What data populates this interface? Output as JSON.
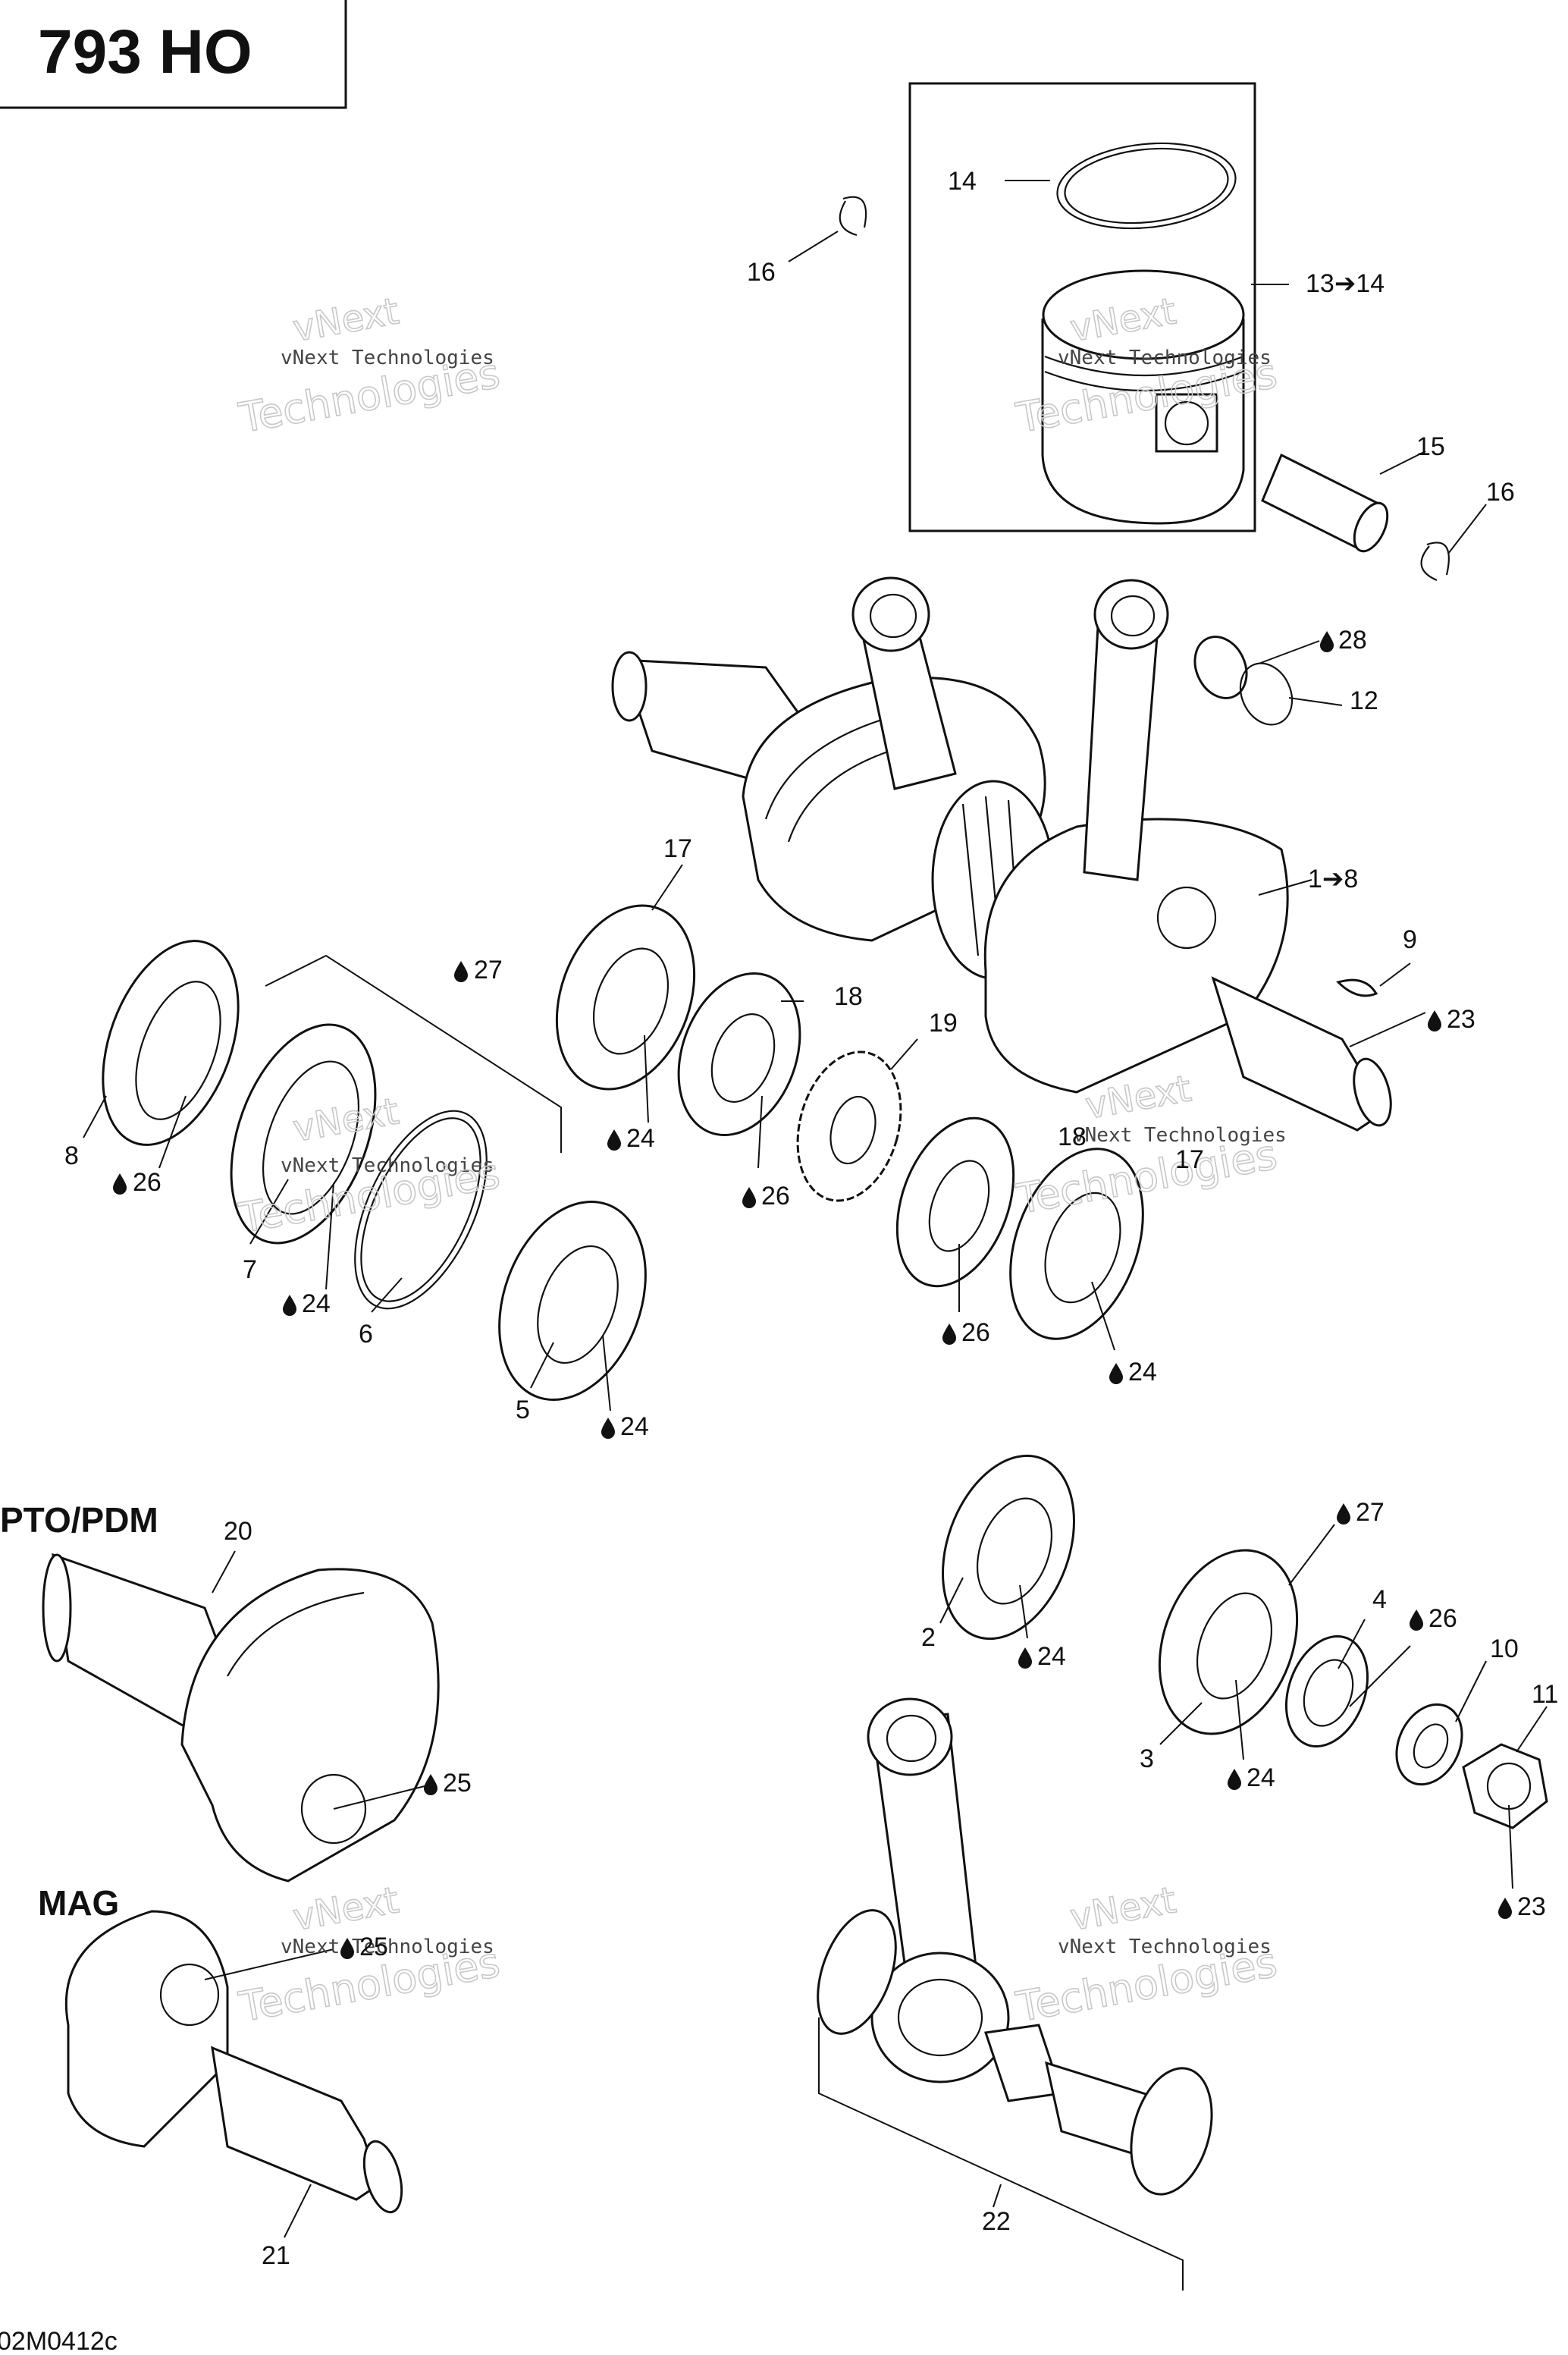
{
  "diagram": {
    "title": "793 HO",
    "footer_code": "02M0412c",
    "watermark": {
      "line1": "vNext Technologies",
      "line2_a": "vNext",
      "line2_b": "Technologies"
    },
    "section_labels": {
      "pto": "PTO/PDM",
      "mag": "MAG"
    },
    "callouts": {
      "c14": "14",
      "c16a": "16",
      "c13_14": "13➔14",
      "c15": "15",
      "c16b": "16",
      "c28": "28",
      "c12": "12",
      "c17a": "17",
      "c1_8": "1➔8",
      "c9": "9",
      "c27a": "27",
      "c18a": "18",
      "c19": "19",
      "c23a": "23",
      "c8": "8",
      "c26a": "26",
      "c24a": "24",
      "c26b": "26",
      "c18b": "18",
      "c17b": "17",
      "c7": "7",
      "c24b": "24",
      "c6": "6",
      "c26c": "26",
      "c24c": "24",
      "c5": "5",
      "c24d": "24",
      "c20": "20",
      "c27b": "27",
      "c4": "4",
      "c26d": "26",
      "c10": "10",
      "c11": "11",
      "c2": "2",
      "c24e": "24",
      "c3": "3",
      "c24f": "24",
      "c25a": "25",
      "c23b": "23",
      "c25b": "25",
      "c22": "22",
      "c21": "21"
    }
  }
}
